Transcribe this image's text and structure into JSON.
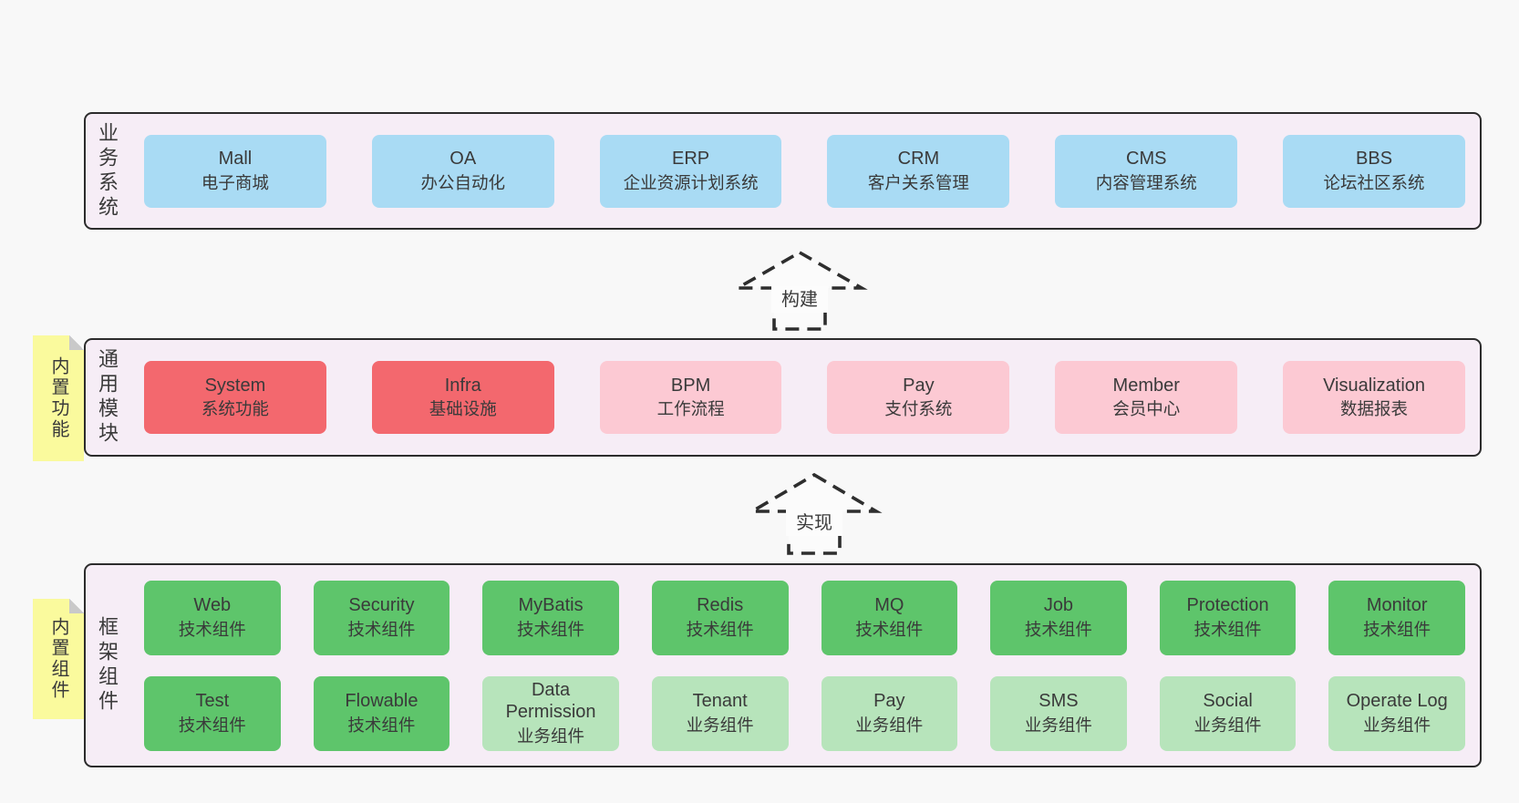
{
  "colors": {
    "page_bg": "#f8f8f8",
    "band_bg": "#f6edf6",
    "band_border": "#2c2c2c",
    "blue_box": "#a9dbf4",
    "red_box": "#f3686e",
    "pink_box": "#fcc9d3",
    "green_dark_box": "#5ec56b",
    "green_light_box": "#b7e4bb",
    "sticky_yellow": "#fafa9d",
    "sticky_fold": "#c9c9c9",
    "text": "#3a3a3a"
  },
  "arrows": {
    "build": "构建",
    "implement": "实现"
  },
  "stickies": {
    "functions": "内置功能",
    "components": "内置组件"
  },
  "bands": {
    "business": {
      "label": "业务系统",
      "boxes": [
        {
          "title": "Mall",
          "subtitle": "电子商城"
        },
        {
          "title": "OA",
          "subtitle": "办公自动化"
        },
        {
          "title": "ERP",
          "subtitle": "企业资源计划系统"
        },
        {
          "title": "CRM",
          "subtitle": "客户关系管理"
        },
        {
          "title": "CMS",
          "subtitle": "内容管理系统"
        },
        {
          "title": "BBS",
          "subtitle": "论坛社区系统"
        }
      ]
    },
    "modules": {
      "label": "通用模块",
      "boxes": [
        {
          "title": "System",
          "subtitle": "系统功能",
          "variant": "red"
        },
        {
          "title": "Infra",
          "subtitle": "基础设施",
          "variant": "red"
        },
        {
          "title": "BPM",
          "subtitle": "工作流程",
          "variant": "pink"
        },
        {
          "title": "Pay",
          "subtitle": "支付系统",
          "variant": "pink"
        },
        {
          "title": "Member",
          "subtitle": "会员中心",
          "variant": "pink"
        },
        {
          "title": "Visualization",
          "subtitle": "数据报表",
          "variant": "pink"
        }
      ]
    },
    "framework": {
      "label": "框架组件",
      "row1": [
        {
          "title": "Web",
          "subtitle": "技术组件",
          "variant": "green-dark"
        },
        {
          "title": "Security",
          "subtitle": "技术组件",
          "variant": "green-dark"
        },
        {
          "title": "MyBatis",
          "subtitle": "技术组件",
          "variant": "green-dark"
        },
        {
          "title": "Redis",
          "subtitle": "技术组件",
          "variant": "green-dark"
        },
        {
          "title": "MQ",
          "subtitle": "技术组件",
          "variant": "green-dark"
        },
        {
          "title": "Job",
          "subtitle": "技术组件",
          "variant": "green-dark"
        },
        {
          "title": "Protection",
          "subtitle": "技术组件",
          "variant": "green-dark"
        },
        {
          "title": "Monitor",
          "subtitle": "技术组件",
          "variant": "green-dark"
        }
      ],
      "row2": [
        {
          "title": "Test",
          "subtitle": "技术组件",
          "variant": "green-dark"
        },
        {
          "title": "Flowable",
          "subtitle": "技术组件",
          "variant": "green-dark"
        },
        {
          "title": "Data Permission",
          "subtitle": "业务组件",
          "variant": "green-light"
        },
        {
          "title": "Tenant",
          "subtitle": "业务组件",
          "variant": "green-light"
        },
        {
          "title": "Pay",
          "subtitle": "业务组件",
          "variant": "green-light"
        },
        {
          "title": "SMS",
          "subtitle": "业务组件",
          "variant": "green-light"
        },
        {
          "title": "Social",
          "subtitle": "业务组件",
          "variant": "green-light"
        },
        {
          "title": "Operate Log",
          "subtitle": "业务组件",
          "variant": "green-light"
        }
      ]
    }
  }
}
